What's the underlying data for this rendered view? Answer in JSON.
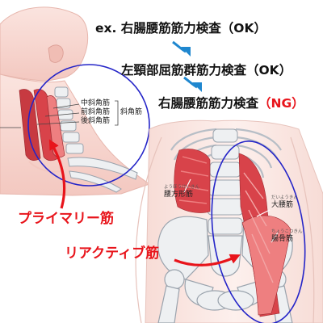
{
  "colors": {
    "skin": "#f6d3cd",
    "skin_dark": "#e8aaa0",
    "bone": "#eef0f2",
    "bone_stroke": "#9aa3ad",
    "muscle": "#d8434a",
    "muscle_light": "#ee7f80",
    "highlight_circle": "#2424c8",
    "arrow_blue": "#1f87cf",
    "accent_red": "#e8141b"
  },
  "steps": {
    "step1": "ex. 右腸腰筋筋力検査（OK）",
    "step2": "左頸部屈筋群筋力検査（OK）",
    "step3_main": "右腸腰筋筋力検査",
    "step3_status": "（NG）"
  },
  "neck_labels": {
    "middle_scalene": "中斜角筋",
    "anterior_scalene": "前斜角筋",
    "posterior_scalene": "後斜角筋",
    "scalene_group": "斜角筋"
  },
  "pelvis_labels": {
    "ql_ruby": "ようほうけいきん",
    "ql": "腰方形筋",
    "psoas_ruby": "だいようきん",
    "psoas": "大腰筋",
    "iliacus_ruby": "ちょうこつきん",
    "iliacus": "腸骨筋"
  },
  "callouts": {
    "primary": "プライマリー筋",
    "reactive": "リアクティブ筋"
  },
  "icons": {
    "step_arrow_1": "arrow-down-right-icon",
    "step_arrow_2": "arrow-down-right-icon",
    "primary_arrow": "curved-arrow-up-icon",
    "reactive_arrow": "curved-arrow-right-icon"
  }
}
